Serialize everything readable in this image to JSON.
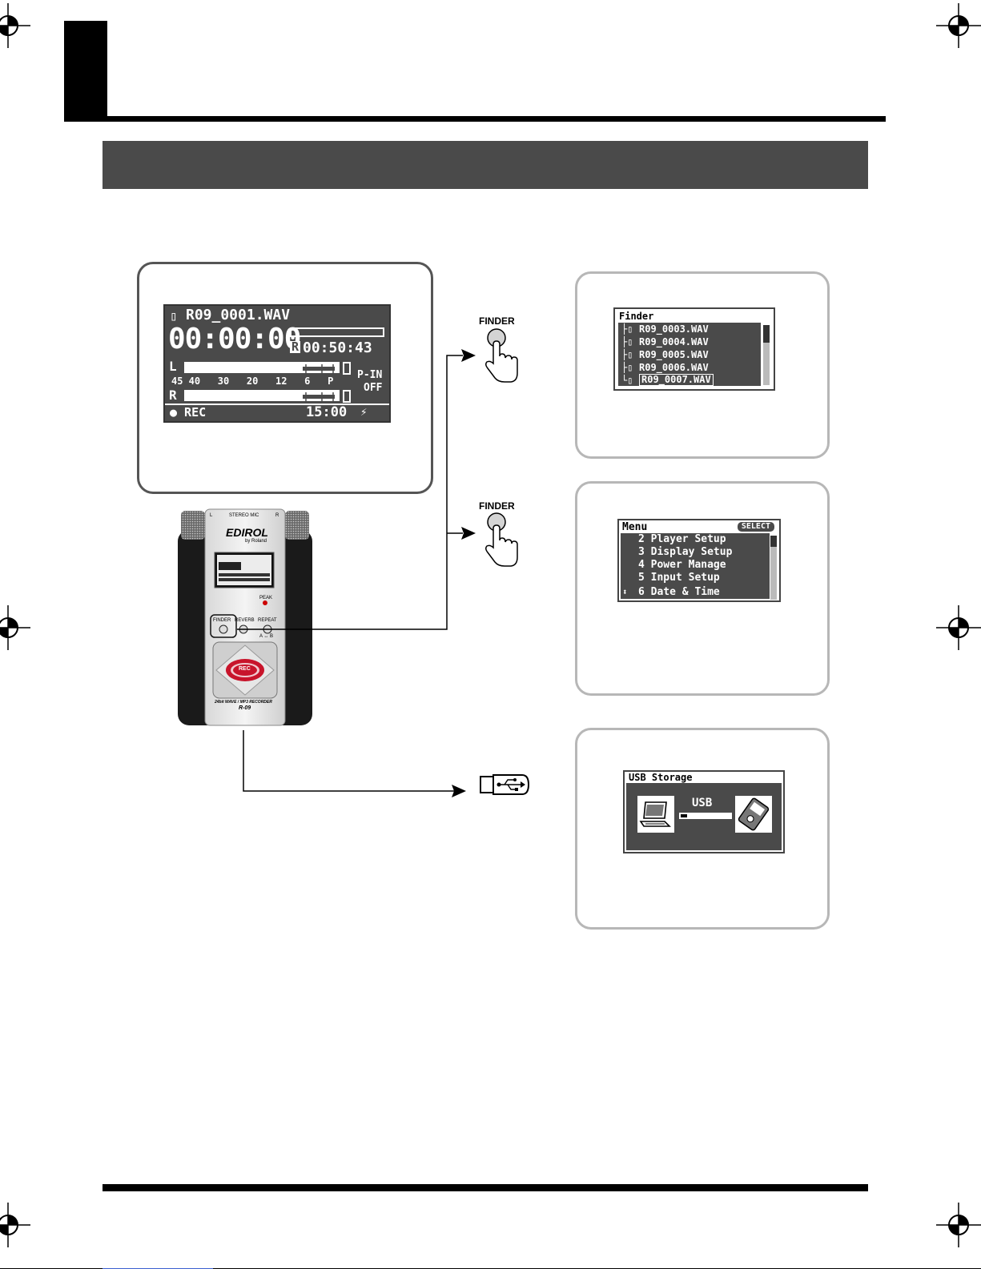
{
  "main_screen": {
    "filename": "R09_0001.WAV",
    "counter": "00:00:00",
    "remain_icon": "R",
    "remain_time": "00:50:43",
    "left_channel": "L",
    "right_channel": "R",
    "scale": "45 40   30   20   12   6   P",
    "pin_label": "P-IN",
    "pin_value": "OFF",
    "status": "● REC",
    "clock": "15:00"
  },
  "finder_button_1": {
    "label": "FINDER"
  },
  "finder_button_2": {
    "label": "FINDER"
  },
  "finder_screen": {
    "title": "Finder",
    "items": [
      "R09_0003.WAV",
      "R09_0004.WAV",
      "R09_0005.WAV",
      "R09_0006.WAV",
      "R09_0007.WAV"
    ]
  },
  "menu_screen": {
    "title": "Menu",
    "select_badge": "SELECT",
    "items": [
      "2 Player Setup",
      "3 Display Setup",
      "4 Power Manage",
      "5 Input Setup",
      "6 Date & Time"
    ]
  },
  "usb_screen": {
    "title": "USB Storage",
    "label": "USB"
  },
  "device": {
    "mic_label": "STEREO MIC",
    "mic_l": "L",
    "mic_r": "R",
    "brand": "EDIROL",
    "brand_sub": "by Roland",
    "peak": "PEAK",
    "btn_finder": "FINDER",
    "btn_reverb": "REVERB",
    "btn_repeat": "REPEAT",
    "repeat_sub": "A ↔ B",
    "rec": "REC",
    "model_desc": "24bit WAVE / MP3 RECORDER",
    "model": "R-09"
  },
  "icons": [
    "registration-mark",
    "finger-press-icon",
    "usb-plug-icon",
    "computer-icon",
    "recorder-icon",
    "flow-arrow"
  ]
}
